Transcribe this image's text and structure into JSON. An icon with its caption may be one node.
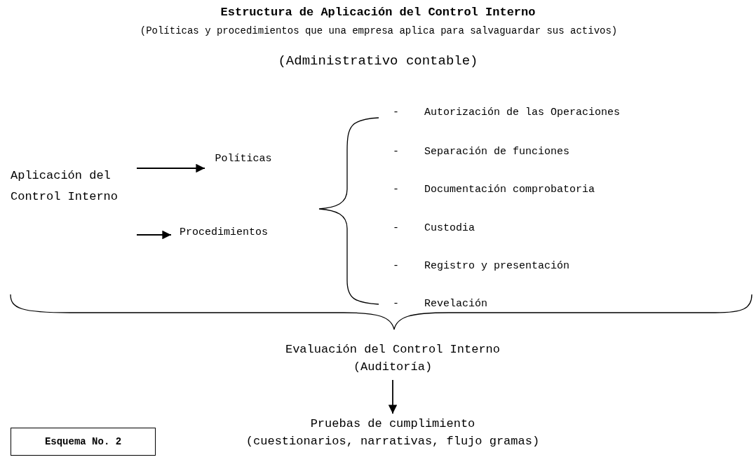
{
  "diagram": {
    "title": "Estructura de Aplicación del Control Interno",
    "nodes": [
      {
        "text": [
          "Aplicación del Control Interno"
        ]
      },
      {
        "text": [
          "Políticas"
        ]
      },
      {
        "text": [
          "Procedimientos"
        ]
      },
      {
        "text": [
          "Evaluación del Control Interno",
          "(Auditoría)"
        ]
      },
      {
        "text": [
          "Pruebas de cumplimiento",
          "(cuestionarios, narrativas, flujo gramas)"
        ]
      },
      {
        "text": [
          "Esquema No. 2"
        ]
      }
    ],
    "edges": [
      {
        "from": 0,
        "to": 1,
        "arrow": "to"
      },
      {
        "from": 0,
        "to": 2,
        "arrow": "to"
      },
      {
        "from": 3,
        "to": 4,
        "arrow": "to"
      }
    ],
    "labels": [
      "(Políticas y procedimientos que una empresa aplica para salvaguardar sus activos)",
      "(Administrativo contable)",
      "-",
      "Autorización de las Operaciones",
      "-",
      "Separación de funciones",
      "-",
      "Documentación comprobatoria",
      "-",
      "Custodia",
      "-",
      "Registro y presentación",
      "-",
      "Revelación"
    ]
  }
}
